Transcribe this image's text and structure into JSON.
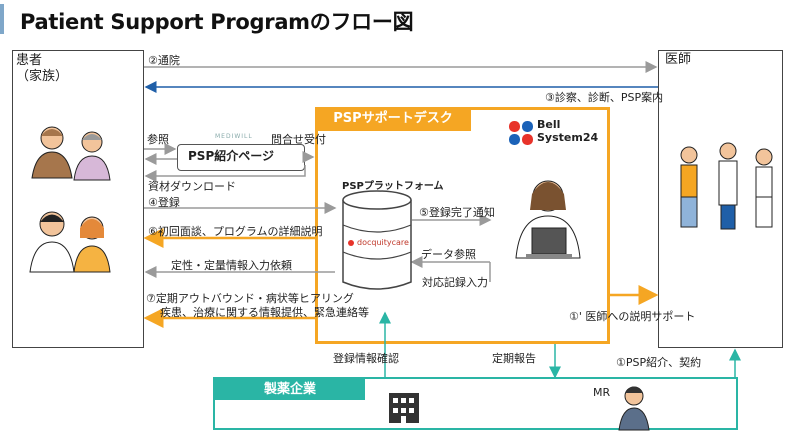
{
  "title": "Patient Support Programのフロー図",
  "nodes": {
    "patient": "患者\n（家族）",
    "doctor": "医師",
    "psp_desk": "PSPサポートデスク",
    "intro_page": "PSP紹介ページ",
    "intro_page_logo": "MEDIWILL",
    "platform": "PSPプラットフォーム",
    "platform_logo": "docquitycare",
    "bell_logo_line1": "Bell",
    "bell_logo_line2": "System24",
    "pharma": "製薬企業",
    "mr": "MR"
  },
  "edges": {
    "e2": "②通院",
    "e3": "③診察、診断、PSP案内",
    "ref": "参照",
    "inquiry": "問合せ受付",
    "download": "資材ダウンロード",
    "e4": "④登録",
    "e5": "⑤登録完了通知",
    "e6": "⑥初回面談、プログラムの詳細説明",
    "data_ref": "データ参照",
    "record": "対応記録入力",
    "qual_req": "定性・定量情報入力依頼",
    "e7_line1": "⑦定期アウトバウンド・病状等ヒアリング",
    "e7_line2": "疾患、治療に関する情報提供、緊急連絡等",
    "e1p": "①' 医師への説明サポート",
    "reg_check": "登録情報確認",
    "report": "定期報告",
    "e1": "①PSP紹介、契約"
  },
  "colors": {
    "orange": "#f5a623",
    "teal": "#2ab5a5",
    "blue": "#1f5fa8",
    "gray": "#9a9a9a"
  }
}
